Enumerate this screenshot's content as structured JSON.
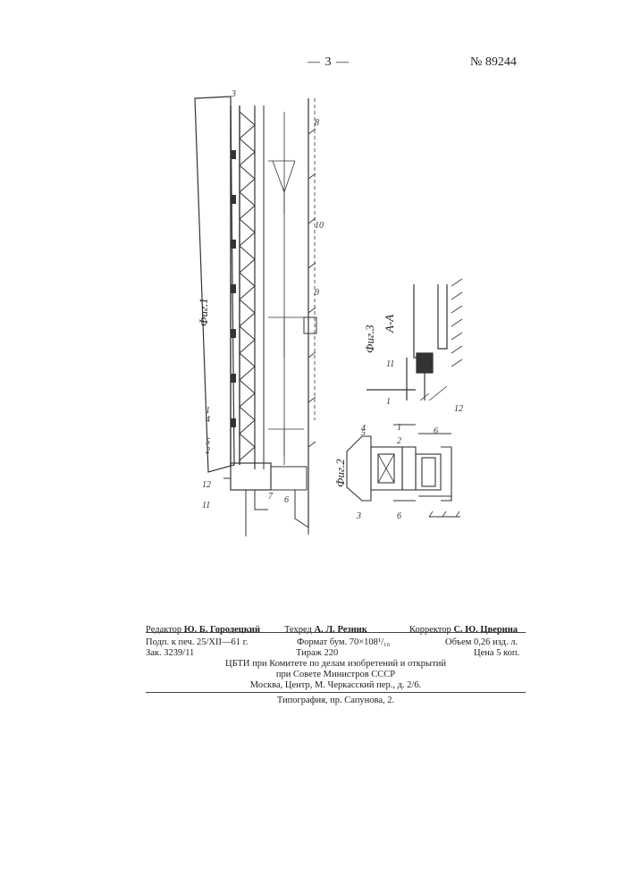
{
  "page": {
    "number": "— 3 —",
    "doc_number": "№ 89244"
  },
  "figures": {
    "fig1": {
      "caption": "Фиг.1",
      "labels": [
        "1",
        "2",
        "3",
        "4",
        "5",
        "6",
        "7",
        "8",
        "9",
        "10",
        "11",
        "12"
      ]
    },
    "fig2": {
      "caption": "Фиг.2",
      "labels": [
        "1",
        "2",
        "3",
        "4",
        "5",
        "6"
      ]
    },
    "fig3": {
      "caption": "Фиг.3",
      "section": "А-А",
      "labels": [
        "1",
        "11",
        "12"
      ]
    }
  },
  "imprint": {
    "editor_label": "Редактор",
    "editor_name": "Ю. Б. Городецкий",
    "techred_label": "Техред",
    "techred_name": "А. Л. Резник",
    "corrector_label": "Корректор",
    "corrector_name": "С. Ю. Цверина",
    "signed": "Подп. к печ. 25/XII—61 г.",
    "format": "Формат бум. 70×108¹/₁₆",
    "volume": "Объем 0,26 изд. л.",
    "order": "Зак. 3239/11",
    "print_run": "Тираж 220",
    "price": "Цена 5 коп.",
    "publisher_1": "ЦБТИ при Комитете по делам изобретений и открытий",
    "publisher_2": "при Совете Министров СССР",
    "address": "Москва, Центр, М. Черкасский пер., д. 2/6.",
    "printer": "Типография, пр. Сапунова, 2."
  }
}
